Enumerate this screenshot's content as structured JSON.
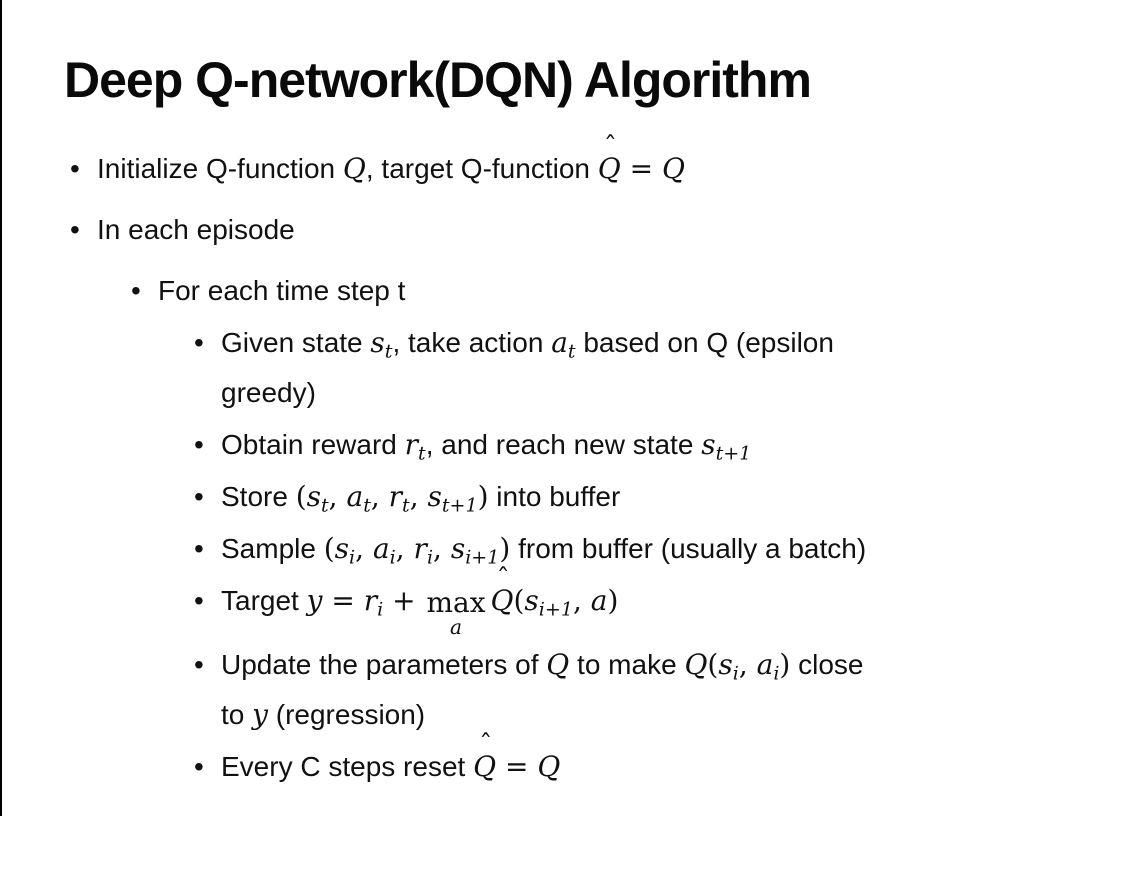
{
  "slide": {
    "title": "Deep Q-network(DQN) Algorithm",
    "bullet_glyph": "•",
    "bullets": [
      {
        "level": 1,
        "segments": [
          {
            "t": "Initialize Q-function "
          },
          {
            "m": "Q"
          },
          {
            "t": ", target Q-function "
          },
          {
            "m": "Q",
            "acc": "ˆ"
          },
          {
            "d": " = "
          },
          {
            "m": "Q"
          }
        ]
      },
      {
        "level": 1,
        "segments": [
          {
            "t": "In each episode"
          }
        ]
      },
      {
        "level": 2,
        "segments": [
          {
            "t": "For each time step t"
          }
        ]
      },
      {
        "level": 3,
        "segments": [
          {
            "t": "Given state "
          },
          {
            "m": "s",
            "sub": "t"
          },
          {
            "t": ", take action "
          },
          {
            "m": "a",
            "sub": "t"
          },
          {
            "t": " based on Q (epsilon"
          },
          {
            "br": true
          },
          {
            "t": "greedy)"
          }
        ]
      },
      {
        "level": 3,
        "segments": [
          {
            "t": "Obtain reward "
          },
          {
            "m": "r",
            "sub": "t"
          },
          {
            "t": ", and reach new state "
          },
          {
            "m": "s",
            "sub": "t+1"
          }
        ]
      },
      {
        "level": 3,
        "segments": [
          {
            "t": "Store "
          },
          {
            "d": "("
          },
          {
            "m": "s",
            "sub": "t"
          },
          {
            "d": ", "
          },
          {
            "m": "a",
            "sub": "t"
          },
          {
            "d": ", "
          },
          {
            "m": "r",
            "sub": "t"
          },
          {
            "d": ", "
          },
          {
            "m": "s",
            "sub": "t+1"
          },
          {
            "d": ")"
          },
          {
            "t": " into buffer"
          }
        ]
      },
      {
        "level": 3,
        "segments": [
          {
            "t": "Sample "
          },
          {
            "d": "("
          },
          {
            "m": "s",
            "sub": "i"
          },
          {
            "d": ", "
          },
          {
            "m": "a",
            "sub": "i"
          },
          {
            "d": ", "
          },
          {
            "m": "r",
            "sub": "i"
          },
          {
            "d": ", "
          },
          {
            "m": "s",
            "sub": "i+1"
          },
          {
            "d": ")"
          },
          {
            "t": " from buffer (usually a batch)"
          }
        ]
      },
      {
        "level": 3,
        "segments": [
          {
            "t": "Target "
          },
          {
            "m": "y"
          },
          {
            "d": " = "
          },
          {
            "m": "r",
            "sub": "i"
          },
          {
            "d": " + "
          },
          {
            "stack": {
              "op": "max",
              "under": "a"
            }
          },
          {
            "m": "Q",
            "acc": "ˆ"
          },
          {
            "d": "("
          },
          {
            "m": "s",
            "sub": "i+1"
          },
          {
            "d": ", "
          },
          {
            "m": "a"
          },
          {
            "d": ")"
          }
        ]
      },
      {
        "level": 3,
        "segments": [
          {
            "t": "Update the parameters of "
          },
          {
            "m": "Q"
          },
          {
            "t": " to make "
          },
          {
            "m": "Q"
          },
          {
            "d": "("
          },
          {
            "m": "s",
            "sub": "i"
          },
          {
            "d": ", "
          },
          {
            "m": "a",
            "sub": "i"
          },
          {
            "d": ")"
          },
          {
            "t": " close"
          },
          {
            "br": true
          },
          {
            "t": "to "
          },
          {
            "m": "y"
          },
          {
            "t": " (regression)"
          }
        ]
      },
      {
        "level": 3,
        "segments": [
          {
            "t": "Every C steps reset "
          },
          {
            "m": "Q",
            "acc": "ˆ"
          },
          {
            "d": " = "
          },
          {
            "m": "Q"
          }
        ]
      }
    ]
  }
}
